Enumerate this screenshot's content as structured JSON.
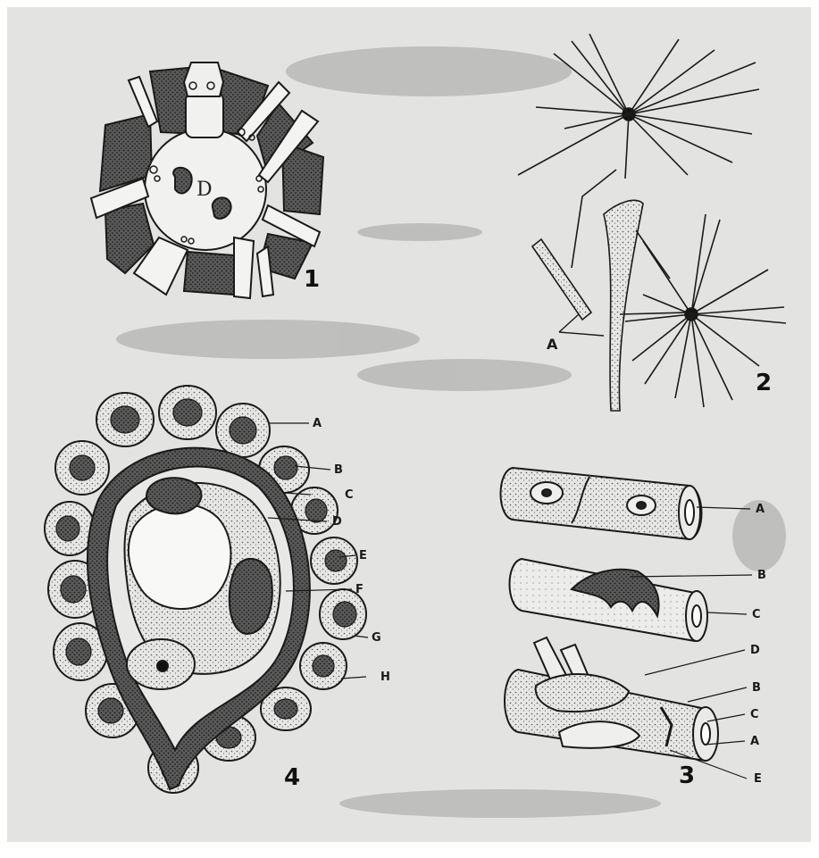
{
  "panels": {
    "p1": {
      "number": "1",
      "inner_label": "D"
    },
    "p2": {
      "number": "2",
      "label_a": "A"
    },
    "p3": {
      "number": "3",
      "labels": [
        "A",
        "B",
        "C",
        "D",
        "B",
        "C",
        "A",
        "E"
      ]
    },
    "p4": {
      "number": "4",
      "labels": [
        "A",
        "B",
        "C",
        "D",
        "E",
        "F",
        "G",
        "H"
      ]
    }
  },
  "colors": {
    "paper": "#e4e4e2",
    "ink": "#1c1c1c",
    "stipple": "#6a6a6a",
    "dark_fill": "#3c3c3c"
  }
}
